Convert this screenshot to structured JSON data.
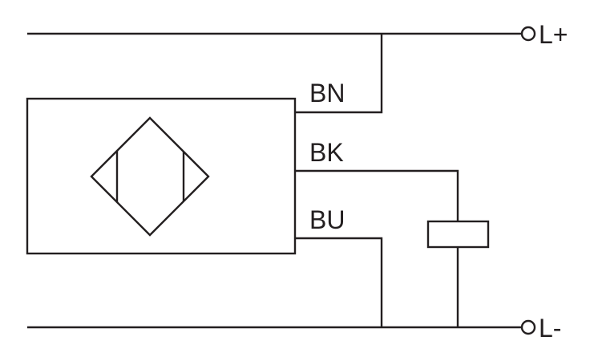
{
  "wires": {
    "brown": "BN",
    "black": "BK",
    "blue": "BU"
  },
  "terminals": {
    "positive": "L+",
    "negative": "L-"
  },
  "colors": {
    "line": "#231f20",
    "background": "#ffffff"
  }
}
